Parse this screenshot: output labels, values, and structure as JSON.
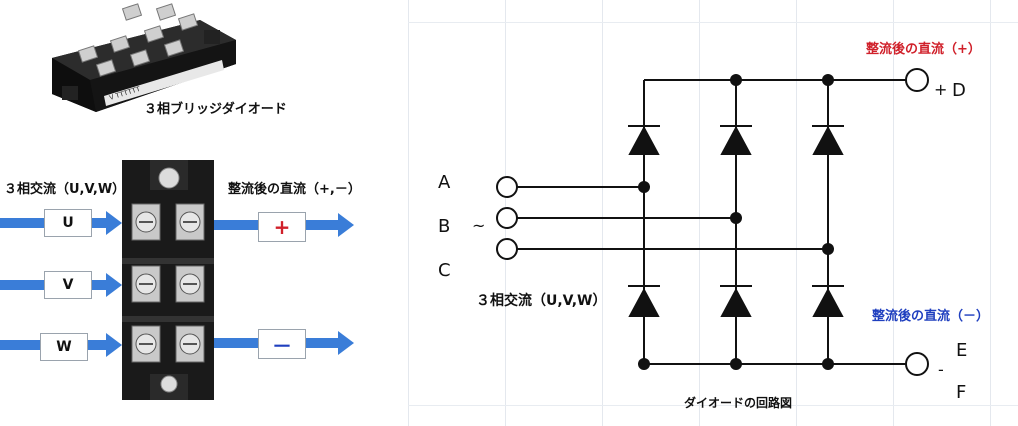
{
  "photo_module": {
    "caption": "３相ブリッジダイオード",
    "body_marking": "V TTTTTT"
  },
  "left_diagram": {
    "input_title": "３相交流（U,V,W）",
    "output_title": "整流後の直流（+,－）",
    "phase_labels": [
      "U",
      "V",
      "W"
    ],
    "plus_symbol": "+",
    "minus_symbol": "－",
    "arrow_color": "#3a7dd8",
    "plus_color": "#d0202a",
    "minus_color": "#1f3fbf"
  },
  "circuit": {
    "inputs": [
      "A",
      "B",
      "C"
    ],
    "tilde": "~",
    "input_caption": "３相交流（U,V,W）",
    "output_plus_caption": "整流後の直流（+）",
    "output_minus_caption": "整流後の直流（－）",
    "plus_terminal_sign": "+",
    "plus_terminal_letter": "D",
    "minus_terminal_sign": "-",
    "minus_terminal_letters": [
      "E",
      "F"
    ],
    "title": "ダイオードの回路図",
    "plus_caption_color": "#d0202a",
    "minus_caption_color": "#1f3fbf"
  }
}
